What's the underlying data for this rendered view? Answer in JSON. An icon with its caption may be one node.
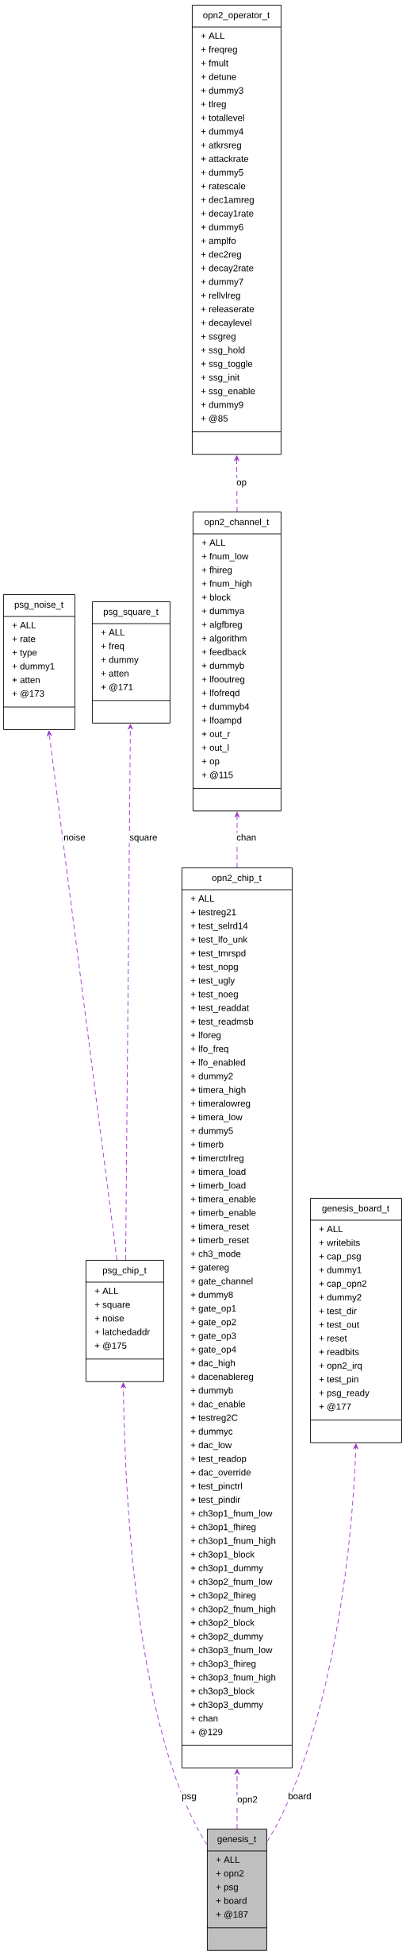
{
  "diagram": {
    "nodes": [
      {
        "text": [
          "opn2_operator_t",
          "+ ALL",
          "+ freqreg",
          "+ fmult",
          "+ detune",
          "+ dummy3",
          "+ tlreg",
          "+ totallevel",
          "+ dummy4",
          "+ atkrsreg",
          "+ attackrate",
          "+ dummy5",
          "+ ratescale",
          "+ dec1amreg",
          "+ decay1rate",
          "+ dummy6",
          "+ amplfo",
          "+ dec2reg",
          "+ decay2rate",
          "+ dummy7",
          "+ rellvlreg",
          "+ releaserate",
          "+ decaylevel",
          "+ ssgreg",
          "+ ssg_hold",
          "+ ssg_toggle",
          "+ ssg_init",
          "+ ssg_enable",
          "+ dummy9",
          "+ @85"
        ]
      },
      {
        "text": [
          "opn2_channel_t",
          "+ ALL",
          "+ fnum_low",
          "+ fhireg",
          "+ fnum_high",
          "+ block",
          "+ dummya",
          "+ algfbreg",
          "+ algorithm",
          "+ feedback",
          "+ dummyb",
          "+ lfooutreg",
          "+ lfofreqd",
          "+ dummyb4",
          "+ lfoampd",
          "+ out_r",
          "+ out_l",
          "+ op",
          "+ @115"
        ]
      },
      {
        "text": [
          "psg_noise_t",
          "+ ALL",
          "+ rate",
          "+ type",
          "+ dummy1",
          "+ atten",
          "+ @173"
        ]
      },
      {
        "text": [
          "psg_square_t",
          "+ ALL",
          "+ freq",
          "+ dummy",
          "+ atten",
          "+ @171"
        ]
      },
      {
        "text": [
          "opn2_chip_t",
          "+ ALL",
          "+ testreg21",
          "+ test_selrd14",
          "+ test_lfo_unk",
          "+ test_tmrspd",
          "+ test_nopg",
          "+ test_ugly",
          "+ test_noeg",
          "+ test_readdat",
          "+ test_readmsb",
          "+ lforeg",
          "+ lfo_freq",
          "+ lfo_enabled",
          "+ dummy2",
          "+ timera_high",
          "+ timeralowreg",
          "+ timera_low",
          "+ dummy5",
          "+ timerb",
          "+ timerctrlreg",
          "+ timera_load",
          "+ timerb_load",
          "+ timera_enable",
          "+ timerb_enable",
          "+ timera_reset",
          "+ timerb_reset",
          "+ ch3_mode",
          "+ gatereg",
          "+ gate_channel",
          "+ dummy8",
          "+ gate_op1",
          "+ gate_op2",
          "+ gate_op3",
          "+ gate_op4",
          "+ dac_high",
          "+ dacenablereg",
          "+ dummyb",
          "+ dac_enable",
          "+ testreg2C",
          "+ dummyc",
          "+ dac_low",
          "+ test_readop",
          "+ dac_override",
          "+ test_pinctrl",
          "+ test_pindir",
          "+ ch3op1_fnum_low",
          "+ ch3op1_fhireg",
          "+ ch3op1_fnum_high",
          "+ ch3op1_block",
          "+ ch3op1_dummy",
          "+ ch3op2_fnum_low",
          "+ ch3op2_fhireg",
          "+ ch3op2_fnum_high",
          "+ ch3op2_block",
          "+ ch3op2_dummy",
          "+ ch3op3_fnum_low",
          "+ ch3op3_fhireg",
          "+ ch3op3_fnum_high",
          "+ ch3op3_block",
          "+ ch3op3_dummy",
          "+ chan",
          "+ @129"
        ]
      },
      {
        "text": [
          "psg_chip_t",
          "+ ALL",
          "+ square",
          "+ noise",
          "+ latchedaddr",
          "+ @175"
        ]
      },
      {
        "text": [
          "genesis_board_t",
          "+ ALL",
          "+ writebits",
          "+ cap_psg",
          "+ dummy1",
          "+ cap_opn2",
          "+ dummy2",
          "+ test_dir",
          "+ test_out",
          "+ reset",
          "+ readbits",
          "+ opn2_irq",
          "+ test_pin",
          "+ psg_ready",
          "+ @177"
        ]
      },
      {
        "text": [
          "genesis_t",
          "+ ALL",
          "+ opn2",
          "+ psg",
          "+ board",
          "+ @187"
        ]
      }
    ],
    "edges": [
      {
        "from": 1,
        "to": 0,
        "arrow": "to",
        "label": "op",
        "style": "dashed"
      },
      {
        "from": 4,
        "to": 1,
        "arrow": "to",
        "label": "chan",
        "style": "dashed"
      },
      {
        "from": 5,
        "to": 2,
        "arrow": "to",
        "label": "noise",
        "style": "dashed"
      },
      {
        "from": 5,
        "to": 3,
        "arrow": "to",
        "label": "square",
        "style": "dashed"
      },
      {
        "from": 7,
        "to": 5,
        "arrow": "to",
        "label": "psg",
        "style": "dashed"
      },
      {
        "from": 7,
        "to": 4,
        "arrow": "to",
        "label": "opn2",
        "style": "dashed"
      },
      {
        "from": 7,
        "to": 6,
        "arrow": "to",
        "label": "board",
        "style": "dashed"
      }
    ]
  }
}
